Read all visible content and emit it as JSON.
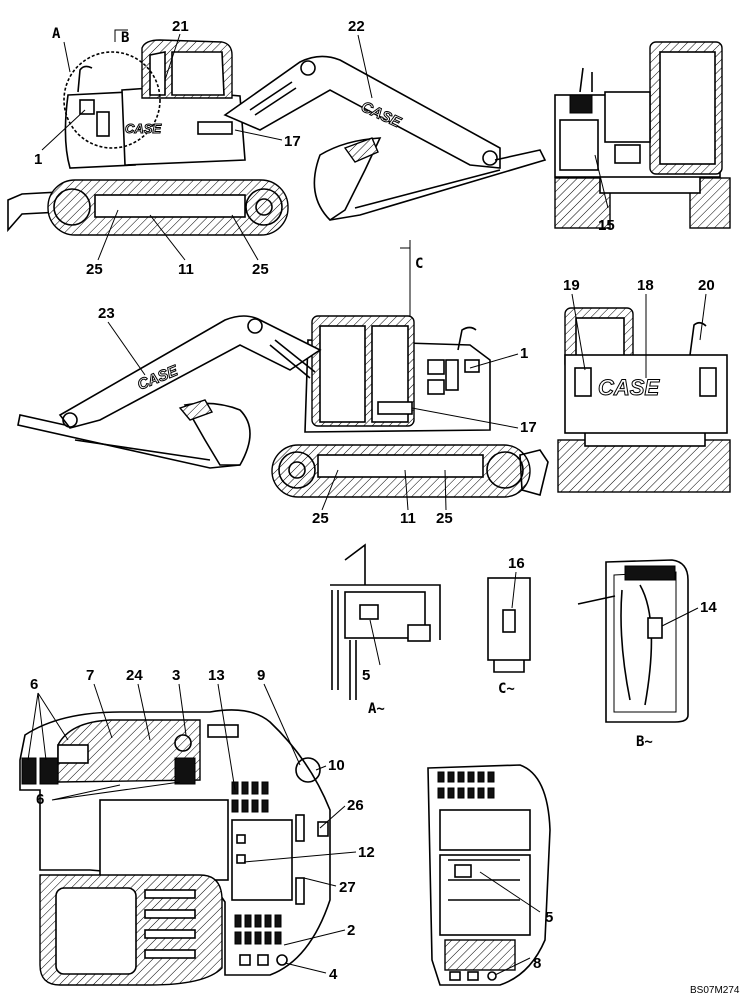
{
  "callouts": [
    {
      "id": "c1a",
      "text": "1"
    },
    {
      "id": "c21",
      "text": "21"
    },
    {
      "id": "c22",
      "text": "22"
    },
    {
      "id": "c17a",
      "text": "17"
    },
    {
      "id": "c25a",
      "text": "25"
    },
    {
      "id": "c11a",
      "text": "11"
    },
    {
      "id": "c25b",
      "text": "25"
    },
    {
      "id": "c15",
      "text": "15"
    },
    {
      "id": "c23",
      "text": "23"
    },
    {
      "id": "c1b",
      "text": "1"
    },
    {
      "id": "c17b",
      "text": "17"
    },
    {
      "id": "c25c",
      "text": "25"
    },
    {
      "id": "c11b",
      "text": "11"
    },
    {
      "id": "c25d",
      "text": "25"
    },
    {
      "id": "c19",
      "text": "19"
    },
    {
      "id": "c18",
      "text": "18"
    },
    {
      "id": "c20",
      "text": "20"
    },
    {
      "id": "c16",
      "text": "16"
    },
    {
      "id": "c14",
      "text": "14"
    },
    {
      "id": "c5a",
      "text": "5"
    },
    {
      "id": "c6a",
      "text": "6"
    },
    {
      "id": "c7",
      "text": "7"
    },
    {
      "id": "c24",
      "text": "24"
    },
    {
      "id": "c3",
      "text": "3"
    },
    {
      "id": "c13",
      "text": "13"
    },
    {
      "id": "c9",
      "text": "9"
    },
    {
      "id": "c10",
      "text": "10"
    },
    {
      "id": "c6b",
      "text": "6"
    },
    {
      "id": "c26",
      "text": "26"
    },
    {
      "id": "c12",
      "text": "12"
    },
    {
      "id": "c27",
      "text": "27"
    },
    {
      "id": "c2",
      "text": "2"
    },
    {
      "id": "c4",
      "text": "4"
    },
    {
      "id": "c5b",
      "text": "5"
    },
    {
      "id": "c8",
      "text": "8"
    }
  ],
  "view_refs": {
    "a": "A",
    "b": "B",
    "c": "C"
  },
  "view_titles": {
    "a": "A~",
    "b": "B~",
    "c": "C~"
  },
  "brand": "CASE",
  "drawing_code": "BS07M274"
}
